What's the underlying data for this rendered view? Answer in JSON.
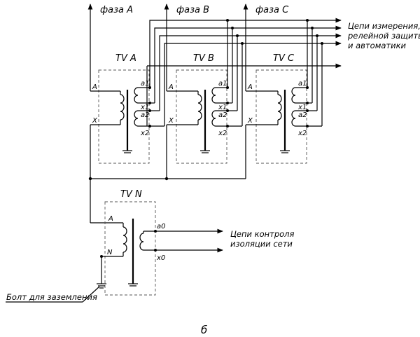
{
  "phases": {
    "a": "фаза A",
    "b": "фаза B",
    "c": "фаза C"
  },
  "transformers": {
    "a": {
      "name": "TV A",
      "primary_start": "A",
      "primary_end": "X",
      "secondary_1_start": "a1",
      "secondary_1_end": "x1",
      "secondary_2_start": "a2",
      "secondary_2_end": "x2"
    },
    "b": {
      "name": "TV B",
      "primary_start": "A",
      "primary_end": "X",
      "secondary_1_start": "a1",
      "secondary_1_end": "x1",
      "secondary_2_start": "a2",
      "secondary_2_end": "x2"
    },
    "c": {
      "name": "TV C",
      "primary_start": "A",
      "primary_end": "X",
      "secondary_1_start": "a1",
      "secondary_1_end": "x1",
      "secondary_2_start": "a2",
      "secondary_2_end": "x2"
    },
    "n": {
      "name": "TV N",
      "primary_start": "A",
      "primary_end": "N",
      "secondary_start": "a0",
      "secondary_end": "x0"
    }
  },
  "notes": {
    "measurement_circuits": [
      "Цепи измерения,",
      "релейной защиты",
      "и автоматики"
    ],
    "insulation_control": [
      "Цепи контроля",
      "изоляции сети"
    ],
    "grounding_bolt": "Болт для заземления"
  },
  "figure_label": "б"
}
